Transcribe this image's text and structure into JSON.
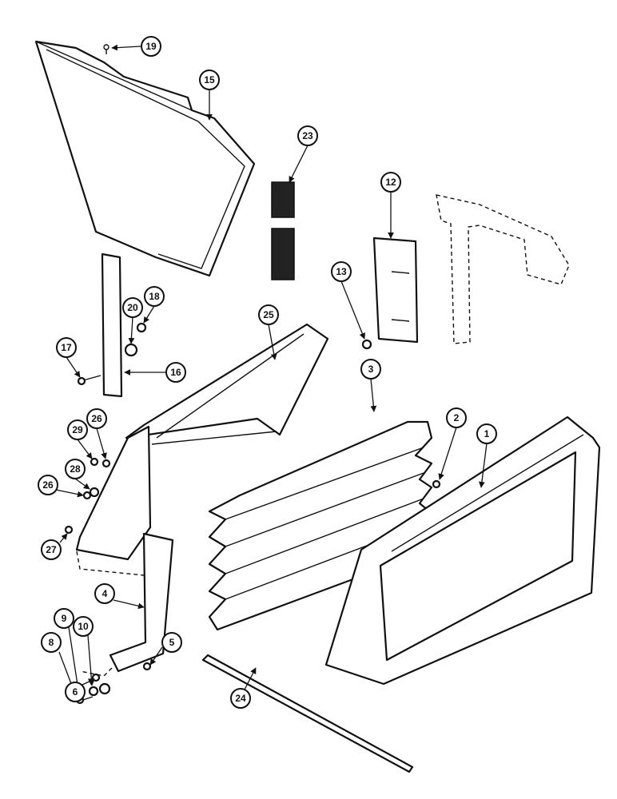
{
  "colors": {
    "ink": "#111111",
    "paper": "#ffffff",
    "felt": "#222222"
  },
  "callouts": {
    "c1": "1",
    "c2": "2",
    "c3": "3",
    "c4": "4",
    "c5": "5",
    "c6": "6",
    "c8": "8",
    "c9": "9",
    "c10": "10",
    "c12": "12",
    "c13": "13",
    "c15": "15",
    "c16": "16",
    "c17": "17",
    "c18": "18",
    "c19": "19",
    "c20": "20",
    "c23": "23",
    "c24": "24",
    "c25": "25",
    "c26a": "26",
    "c26b": "26",
    "c27": "27",
    "c28": "28",
    "c29": "29"
  }
}
